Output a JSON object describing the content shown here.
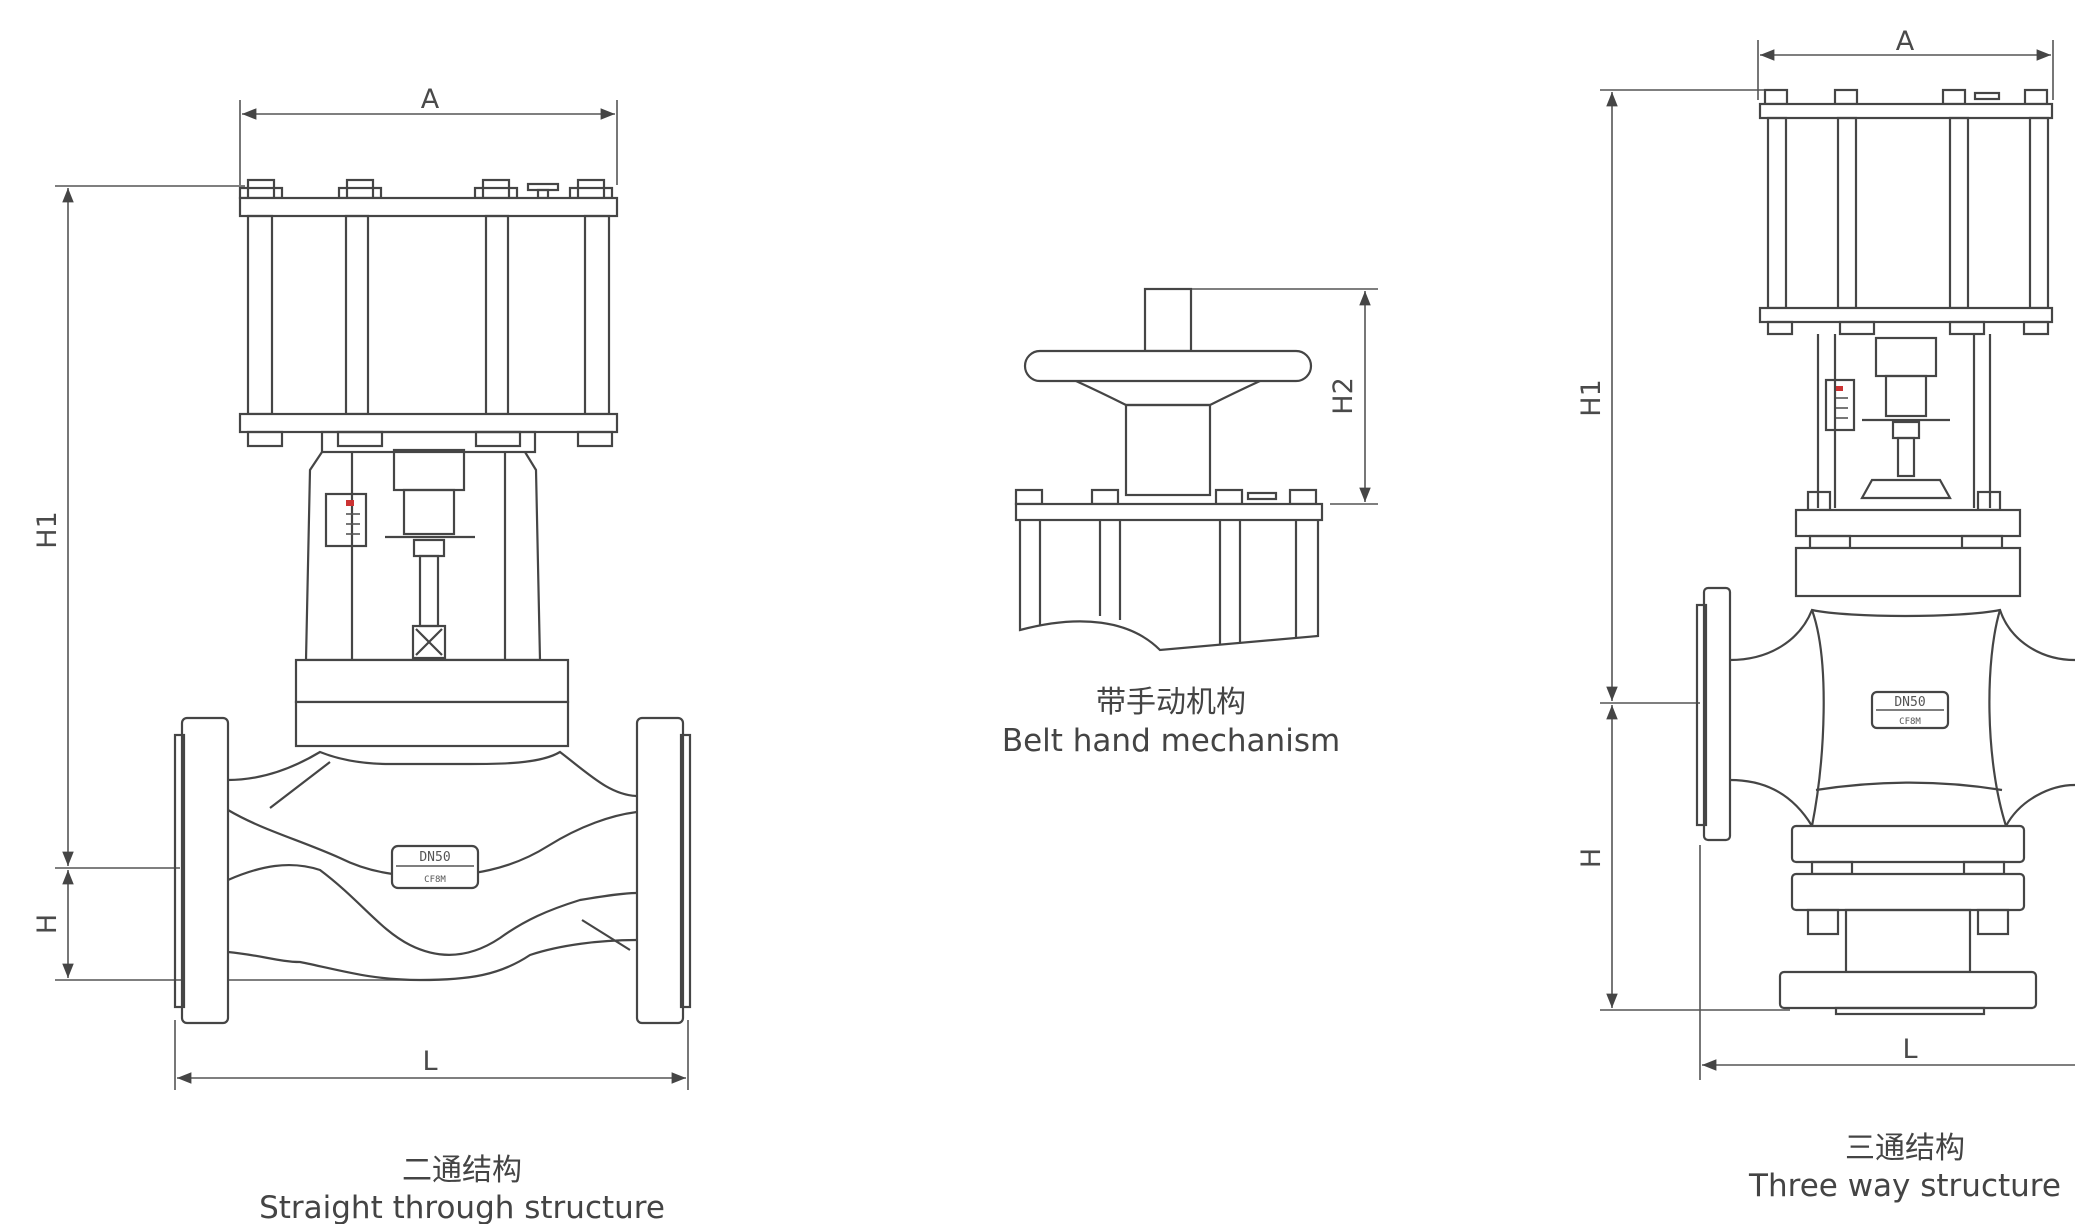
{
  "figures": [
    {
      "id": "straight",
      "caption_cn": "二通结构",
      "caption_en": "Straight through structure",
      "dims": {
        "width": "A",
        "height_total": "H1",
        "height_body": "H",
        "length": "L"
      },
      "plate": {
        "line1": "DN50",
        "line2": "CF8M"
      }
    },
    {
      "id": "hand",
      "caption_cn": "带手动机构",
      "caption_en": "Belt hand mechanism",
      "dims": {
        "height": "H2"
      }
    },
    {
      "id": "three-way",
      "caption_cn": "三通结构",
      "caption_en": "Three way structure",
      "dims": {
        "width": "A",
        "height_total": "H1",
        "height_body": "H",
        "length": "L"
      },
      "plate": {
        "line1": "DN50",
        "line2": "CF8M"
      }
    }
  ],
  "colors": {
    "line": "#454545",
    "text": "#444444",
    "indicator": "#cc3333"
  }
}
